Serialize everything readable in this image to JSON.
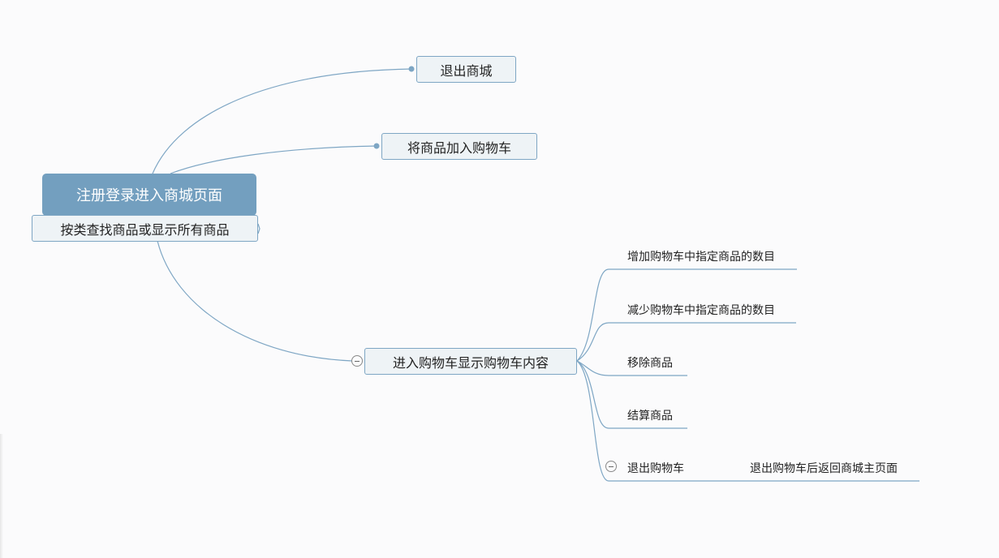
{
  "root": {
    "label": "注册登录进入商城页面"
  },
  "branches": {
    "exit_mall": {
      "label": "退出商城"
    },
    "add_to_cart": {
      "label": "将商品加入购物车"
    },
    "search": {
      "label": "按类查找商品或显示所有商品"
    },
    "enter_cart": {
      "label": "进入购物车显示购物车内容",
      "children": [
        {
          "label": "增加购物车中指定商品的数目"
        },
        {
          "label": "减少购物车中指定商品的数目"
        },
        {
          "label": "移除商品"
        },
        {
          "label": "结算商品"
        },
        {
          "label": "退出购物车",
          "child": {
            "label": "退出购物车后返回商城主页面"
          }
        }
      ]
    }
  },
  "colors": {
    "root_fill": "#739fbf",
    "node_fill": "#eef3f6",
    "line": "#7ea6c4",
    "background": "#fbfbfc"
  }
}
